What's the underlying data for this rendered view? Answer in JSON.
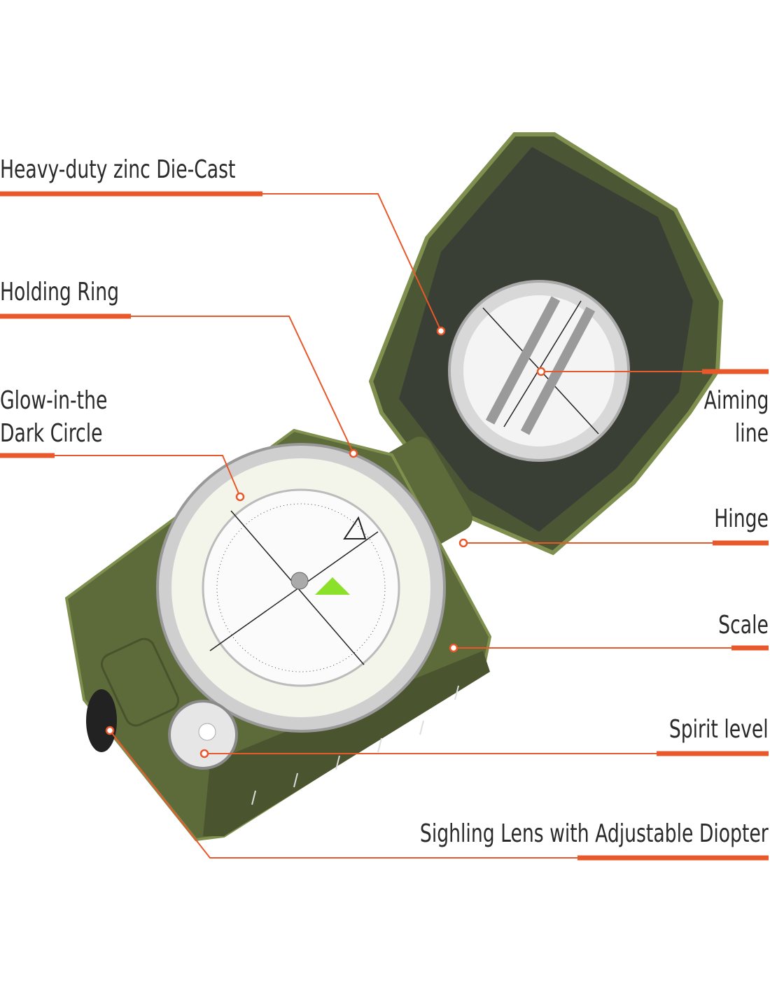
{
  "labels": {
    "die_cast": "Heavy-duty zinc Die-Cast",
    "holding_ring": "Holding Ring",
    "glow_line1": "Glow-in-the",
    "glow_line2": "Dark Circle",
    "aiming_line1": "Aiming",
    "aiming_line2": "line",
    "hinge": "Hinge",
    "scale": "Scale",
    "spirit_level": "Spirit level",
    "sighting_lens": "Sighling Lens with Adjustable Diopter"
  },
  "colors": {
    "accent": "#e8582a",
    "body": "#5d6b3a",
    "text": "#2a2a2a"
  }
}
